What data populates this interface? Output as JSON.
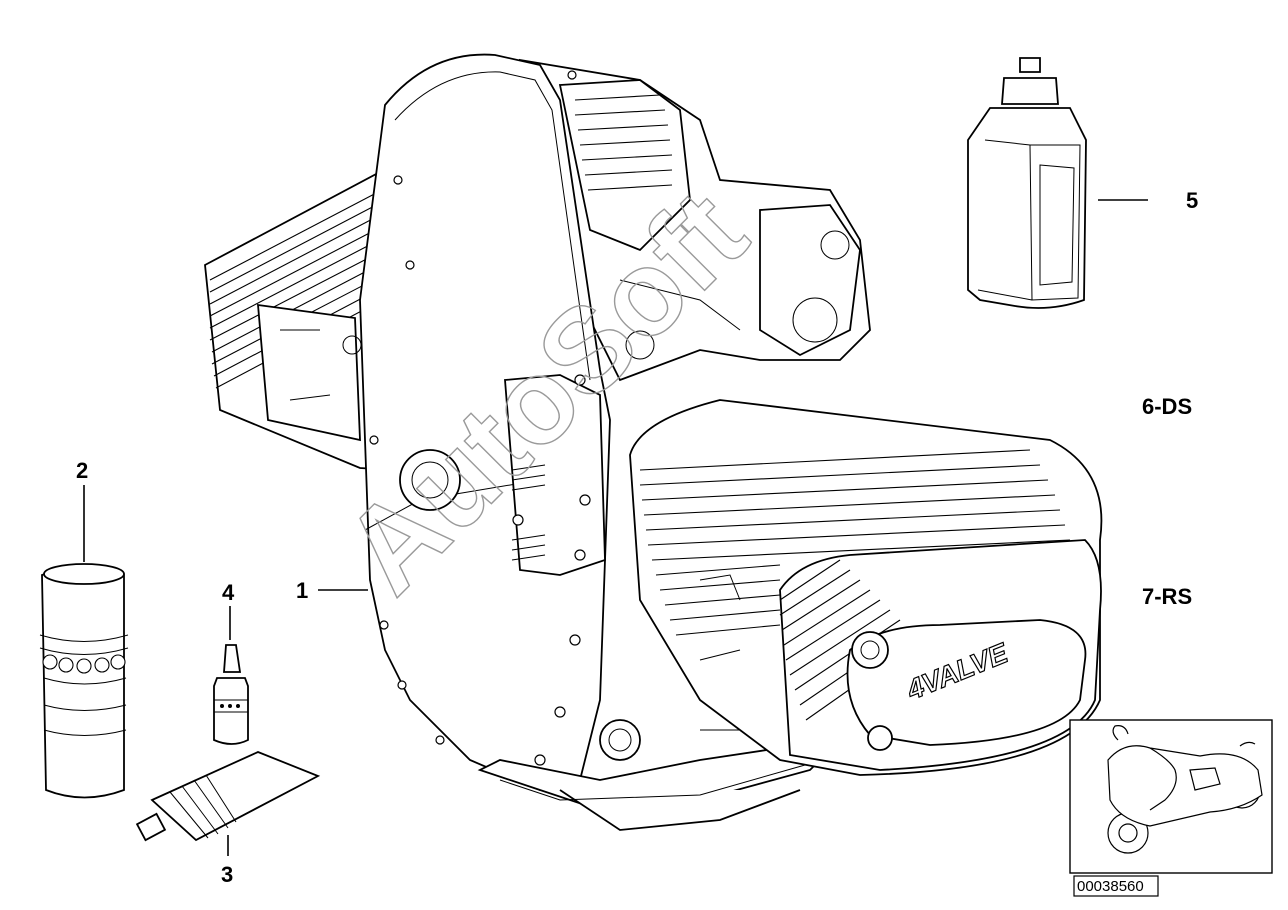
{
  "diagram": {
    "callouts": [
      {
        "id": "1",
        "label": "1"
      },
      {
        "id": "2",
        "label": "2"
      },
      {
        "id": "3",
        "label": "3"
      },
      {
        "id": "4",
        "label": "4"
      },
      {
        "id": "5",
        "label": "5"
      }
    ],
    "variants": [
      {
        "id": "6",
        "label": "6-DS"
      },
      {
        "id": "7",
        "label": "7-RS"
      }
    ],
    "engine_cover_text": "4VALVE",
    "watermark": "AutoSoft",
    "diagram_code": "00038560",
    "thumbnail_icon": "motorcycle-icon"
  }
}
